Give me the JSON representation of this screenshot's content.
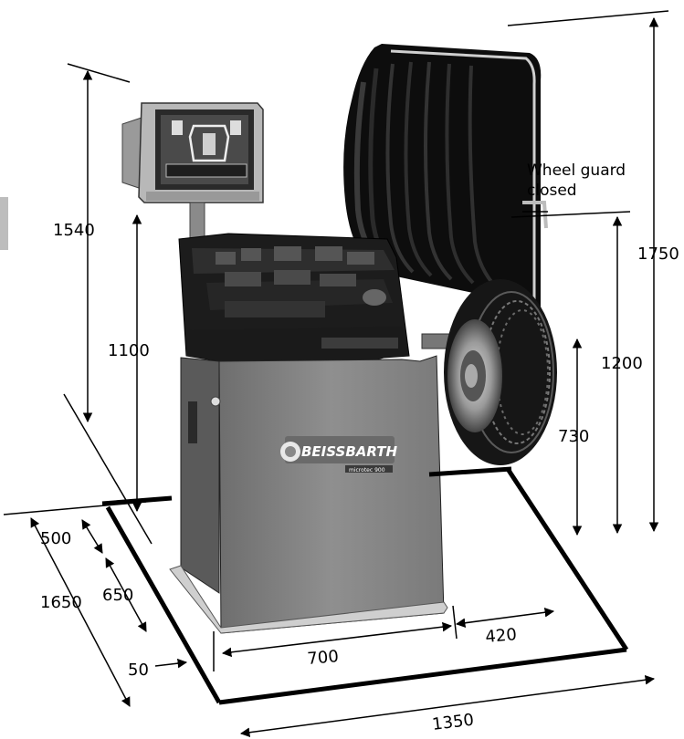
{
  "brand": {
    "name": "BEISSBARTH",
    "model": "microtec 900"
  },
  "annotations": {
    "wheel_guard": [
      "Wheel guard",
      "closed"
    ]
  },
  "dimensions": {
    "overall_height_guard_open": "1750",
    "height_monitor": "1540",
    "height_guard_closed": "1200",
    "height_cabinet": "1100",
    "wheel_axis_height": "730",
    "overall_depth": "1650",
    "cabinet_depth": "650",
    "rear_offset": "500",
    "front_offset": "50",
    "cabinet_width": "700",
    "shaft_projection": "420",
    "overall_width": "1350"
  },
  "colors": {
    "line": "#000000",
    "cabinet": "#8a8a8a",
    "tyre": "#141414",
    "guard": "#0c0c0c"
  }
}
